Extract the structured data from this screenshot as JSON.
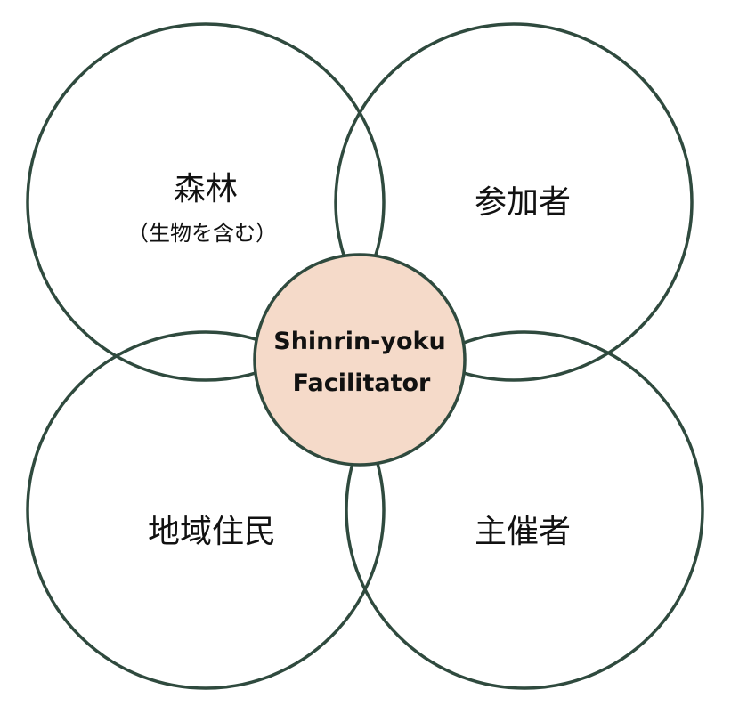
{
  "colors": {
    "ring_stroke": "#2f4a3e",
    "center_fill": "#f5dac9",
    "text": "#111111",
    "background": "#ffffff"
  },
  "diagram": {
    "center": {
      "line1": "Shinrin-yoku",
      "line2": "Facilitator"
    },
    "circles": {
      "top_left": {
        "label": "森林",
        "sublabel": "（生物を含む）"
      },
      "top_right": {
        "label": "参加者"
      },
      "bottom_left": {
        "label": "地域住民"
      },
      "bottom_right": {
        "label": "主催者"
      }
    }
  }
}
